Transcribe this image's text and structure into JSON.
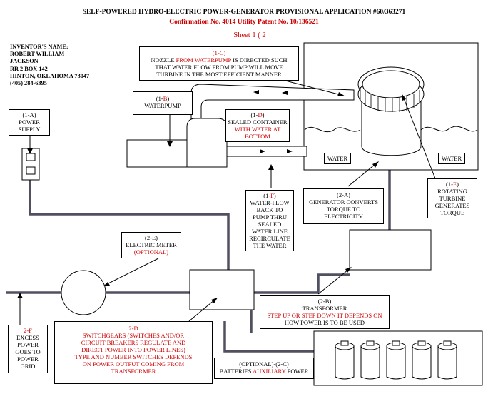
{
  "header": {
    "title": "SELF-POWERED HYDRO-ELECTRIC POWER-GENERATOR PROVISIONAL APPLICATION #60/363271",
    "confirmation": "Confirmation No. 4014 Utility Patent No. 10/136521",
    "sheet": "Sheet 1 ( 2"
  },
  "inventor": {
    "label": "INVENTOR'S NAME:",
    "name_line1": "ROBERT WILLIAM",
    "name_line2": "JACKSON",
    "address1": "RR 2 BOX 142",
    "address2": "HINTON, OKLAHOMA 73047",
    "phone": "(405) 284-6395"
  },
  "callouts": {
    "c1C": {
      "id": "(1-C)",
      "line1_a": "NOZZLE ",
      "line1_b": "FROM WATERPUMP",
      "line1_c": " IS DIRECTED SUCH",
      "line2": "THAT WATER FLOW FROM PUMP WILL MOVE",
      "line3": "TURBINE IN THE MOST EFFICIENT MANNER"
    },
    "c1B": {
      "id_a": "(1-",
      "id_b": "B",
      "id_c": ")",
      "text": "WATERPUMP"
    },
    "c1A": {
      "id": "(1-A)",
      "line1": "POWER",
      "line2": "SUPPLY"
    },
    "c1D": {
      "id_a": "(1-",
      "id_b": "D",
      "id_c": ")",
      "line1": "SEALED CONTAINER",
      "line2": "WITH WATER AT",
      "line3": "BOTTOM"
    },
    "c1F": {
      "id_a": "(1-",
      "id_b": "F",
      "id_c": ")",
      "lines": [
        "WATER-FLOW",
        "BACK TO",
        "PUMP THRU",
        "SEALED",
        "WATER LINE",
        "RECIRCULATE",
        "THE WATER"
      ]
    },
    "c2A": {
      "id": "(2-A)",
      "line1": "GENERATOR CONVERTS",
      "line2": "TORQUE TO",
      "line3": "ELECTRICITY"
    },
    "c1E": {
      "id_a": "(1-",
      "id_b": "E",
      "id_c": ")",
      "lines": [
        "ROTATING",
        "TURBINE",
        "GENERATES",
        "TORQUE"
      ]
    },
    "c2E": {
      "id": "(2-E)",
      "line1": "ELECTRIC METER",
      "line2": "(OPTIONAL)"
    },
    "c2B": {
      "id": "(2-B)",
      "line1": "TRANSFORMER",
      "line2": "STEP UP OR STEP DOWN IT DEPENDS ON",
      "line3": "HOW POWER IS TO BE USED"
    },
    "c2F": {
      "id": "2-F",
      "lines": [
        "EXCESS",
        "POWER",
        "GOES TO",
        "POWER",
        "GRID"
      ]
    },
    "c2D": {
      "id": "2-D",
      "lines": [
        "SWITCHGEARS (SWITCHES AND/OR",
        "CIRCUIT BREAKERS REGULATE AND",
        "DIRECT POWER INTO POWER LINES)",
        "TYPE AND NUMBER SWITCHES DEPENDS",
        "ON POWER OUTPUT COMING FROM",
        "TRANSFORMER"
      ]
    },
    "c2C": {
      "prefix": "(OPTIONAL)-(2-C)",
      "text_a": "BATTERIES ",
      "text_b": "AUXILIARY",
      "text_c": " POWER"
    }
  },
  "labels": {
    "water_left": "WATER",
    "water_right": "WATER"
  },
  "colors": {
    "accent_red": "#cc0000",
    "line": "#000000",
    "pipe_fill": "#ffffff"
  }
}
